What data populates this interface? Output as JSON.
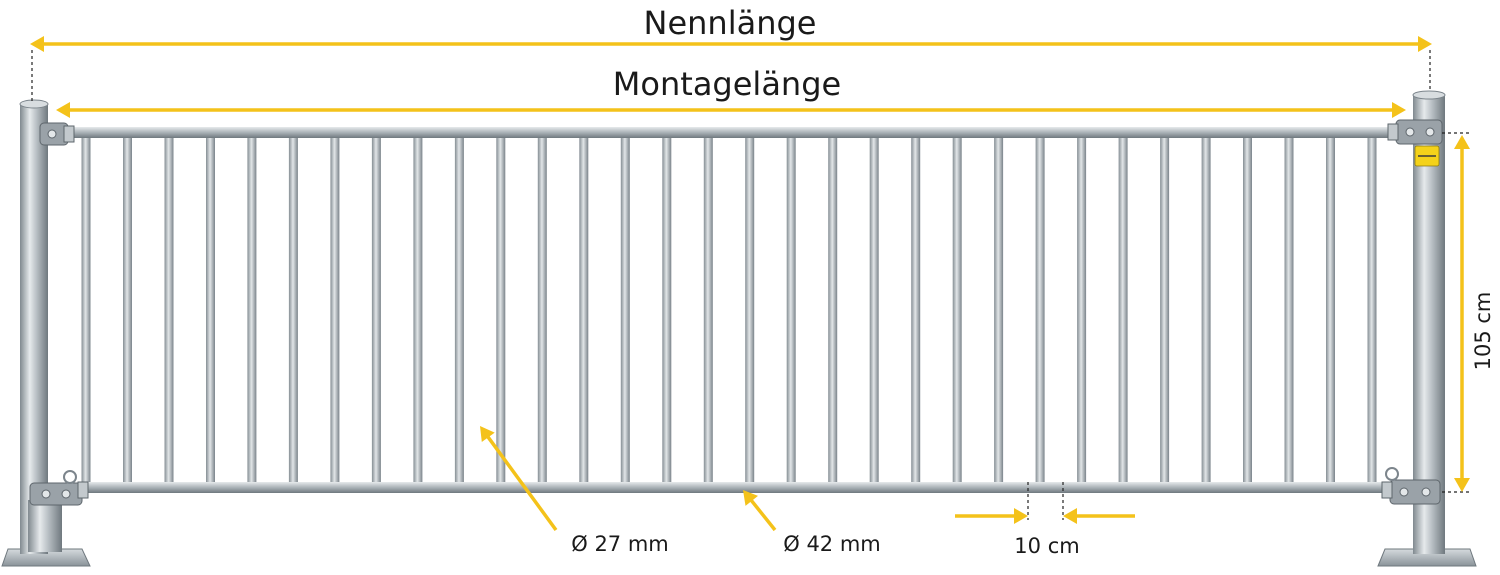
{
  "labels": {
    "nominal_length": "Nennlänge",
    "mounting_length": "Montagelänge",
    "height": "105 cm",
    "bar_diameter": "Ø 27 mm",
    "tube_diameter": "Ø 42 mm",
    "bar_spacing": "10 cm"
  },
  "brand_tag": "",
  "colors": {
    "dimension_arrow": "#f4c21a",
    "steel": "#b4bbc0",
    "steel_dark": "#7c858c",
    "steel_light": "#e4e8ea",
    "text": "#1a1a1a"
  },
  "fence": {
    "vertical_bar_count": 32
  }
}
